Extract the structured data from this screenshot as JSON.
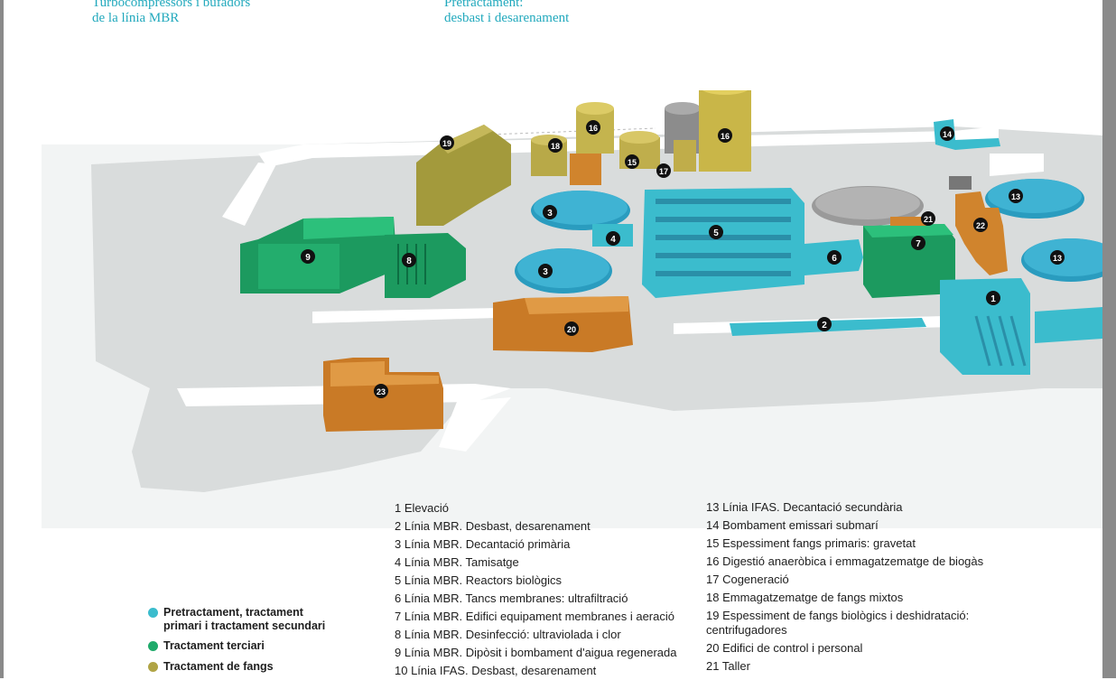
{
  "captions": {
    "left_line1": "Turbocompressors i bufadors",
    "left_line2": "de la línia MBR",
    "right_line1": "Pretractament:",
    "right_line2": "desbast i desarenament"
  },
  "colors": {
    "pretreatment": "#3bbccd",
    "tertiary": "#1faa6a",
    "sludge": "#b0a445",
    "building": "#d0842d"
  },
  "map_labels": [
    "1",
    "2",
    "3",
    "3",
    "4",
    "5",
    "6",
    "7",
    "8",
    "9",
    "13",
    "13",
    "14",
    "15",
    "16",
    "16",
    "17",
    "18",
    "19",
    "20",
    "21",
    "22",
    "23"
  ],
  "items_left": [
    "1 Elevació",
    "2 Línia MBR. Desbast, desarenament",
    "3 Línia MBR. Decantació primària",
    "4 Línia MBR. Tamisatge",
    "5 Línia MBR. Reactors biològics",
    "6 Línia MBR. Tancs membranes: ultrafiltració",
    "7 Línia MBR. Edifici equipament membranes i aeració",
    "8 Línia MBR. Desinfecció: ultraviolada i clor",
    "9 Línia MBR. Dipòsit i bombament d'aigua regenerada",
    "10 Línia IFAS. Desbast, desarenament"
  ],
  "items_right": [
    "13 Línia IFAS. Decantació secundària",
    "14 Bombament emissari submarí",
    "15 Espessiment fangs primaris: gravetat",
    "16 Digestió anaeròbica i emmagatzematge de biogàs",
    "17 Cogeneració",
    "18 Emmagatzematge de fangs mixtos",
    "19 Espessiment de fangs biològics i deshidratació:",
    "centrifugadores",
    "20 Edifici de control i personal",
    "21 Taller"
  ],
  "categories": {
    "cat1_line1": "Pretractament, tractament",
    "cat1_line2": "primari i tractament secundari",
    "cat2": "Tractament terciari",
    "cat3": "Tractament de fangs"
  }
}
